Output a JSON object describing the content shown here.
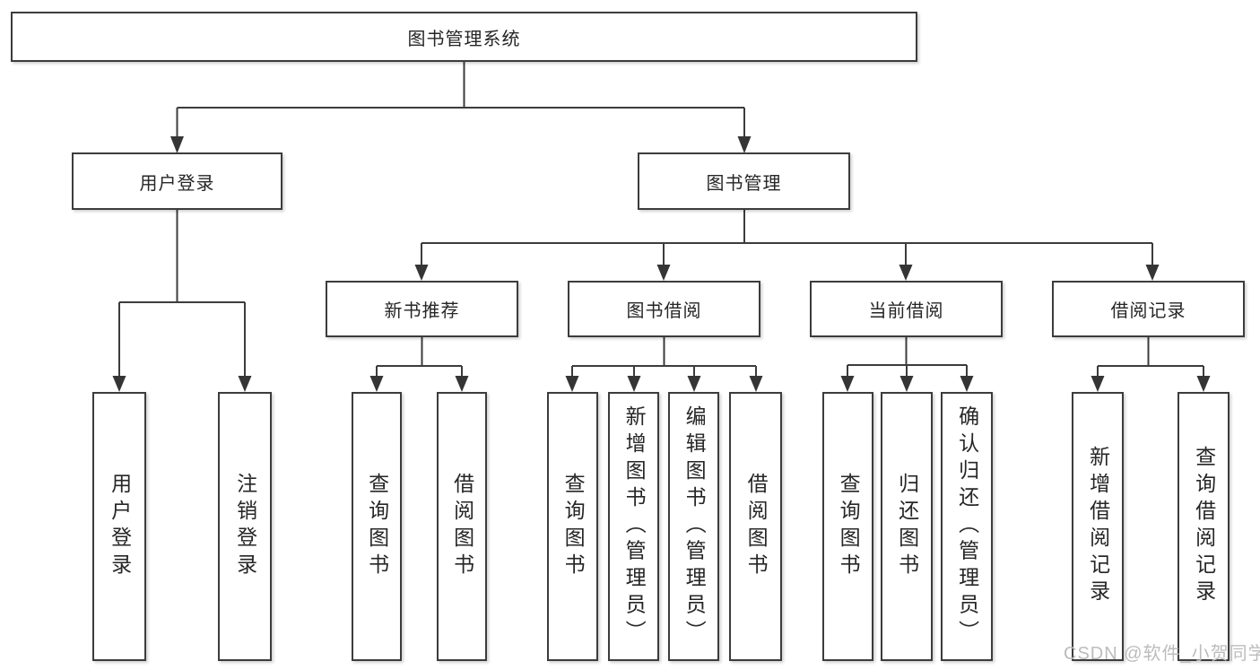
{
  "diagram": {
    "root": {
      "label": "图书管理系统",
      "children": [
        {
          "label": "用户登录",
          "children": [
            {
              "label": "用户登录"
            },
            {
              "label": "注销登录"
            }
          ]
        },
        {
          "label": "图书管理",
          "children": [
            {
              "label": "新书推荐",
              "children": [
                {
                  "label": "查询图书"
                },
                {
                  "label": "借阅图书"
                }
              ]
            },
            {
              "label": "图书借阅",
              "children": [
                {
                  "label": "查询图书"
                },
                {
                  "label": "新增图书（管理员）"
                },
                {
                  "label": "编辑图书（管理员）"
                },
                {
                  "label": "借阅图书"
                }
              ]
            },
            {
              "label": "当前借阅",
              "children": [
                {
                  "label": "查询图书"
                },
                {
                  "label": "归还图书"
                },
                {
                  "label": "确认归还（管理员）"
                }
              ]
            },
            {
              "label": "借阅记录",
              "children": [
                {
                  "label": "新增借阅记录"
                },
                {
                  "label": "查询借阅记录"
                }
              ]
            }
          ]
        }
      ]
    },
    "watermark": "CSDN @软件_小贺同学",
    "colors": {
      "line": "#3c3c3c",
      "border": "#3c3c3c",
      "text": "#262626",
      "watermark": "#bcbcbc",
      "background": "#ffffff"
    }
  }
}
